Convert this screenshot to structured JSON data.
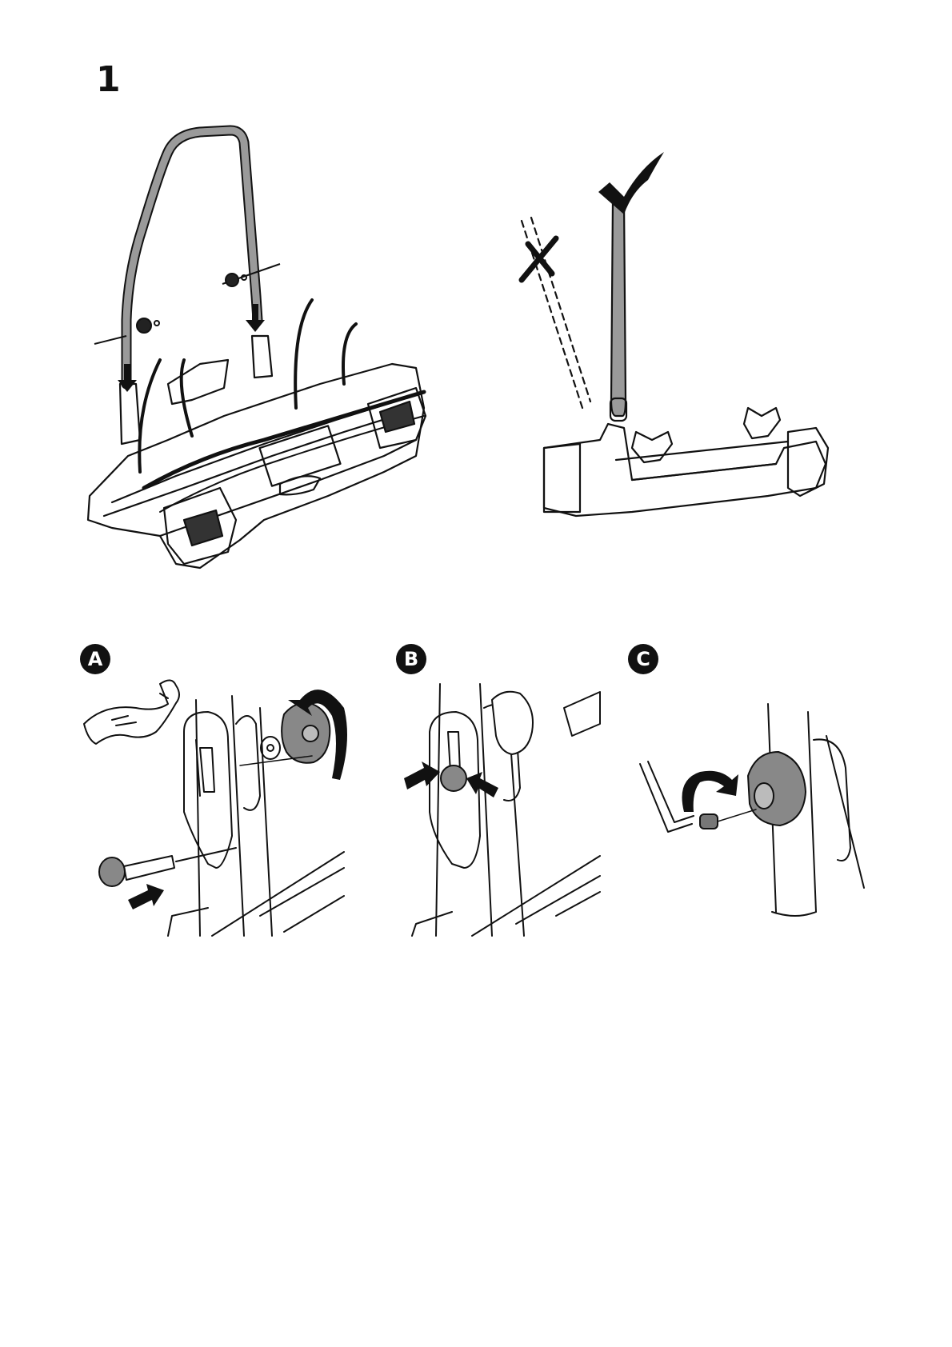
{
  "page": {
    "step_number": "1"
  },
  "details": [
    {
      "label": "A"
    },
    {
      "label": "B"
    },
    {
      "label": "C"
    }
  ],
  "colors": {
    "line": "#111111",
    "part_fill": "#8a8a8a",
    "bar_fill": "#999999"
  },
  "icons": {
    "correct": "check-icon",
    "incorrect": "cross-icon",
    "strength": "flexed-arm-icon",
    "rotate": "rotate-arrow-icon",
    "tool": "allen-key-icon"
  }
}
